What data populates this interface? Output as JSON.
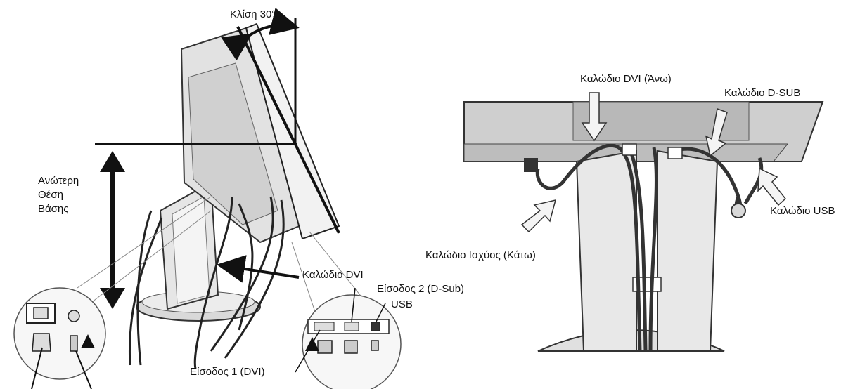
{
  "left_figure": {
    "tilt_label": "Κλίση 30°",
    "stand_label_lines": [
      "Ανώτερη",
      "Θέση",
      "Βάσης"
    ],
    "dvi_cable_label": "Καλώδιο DVI",
    "input2_label": "Είσοδος 2 (D-Sub)",
    "usb_label": "USB",
    "input1_label": "Είσοδος 1 (DVI)"
  },
  "right_figure": {
    "dvi_upper_label": "Καλώδιο DVI (Άνω)",
    "dsub_label": "Καλώδιο D-SUB",
    "usb_cable_label": "Καλώδιο USB",
    "power_lower_label": "Καλώδιο Ισχύος (Κάτω)"
  }
}
